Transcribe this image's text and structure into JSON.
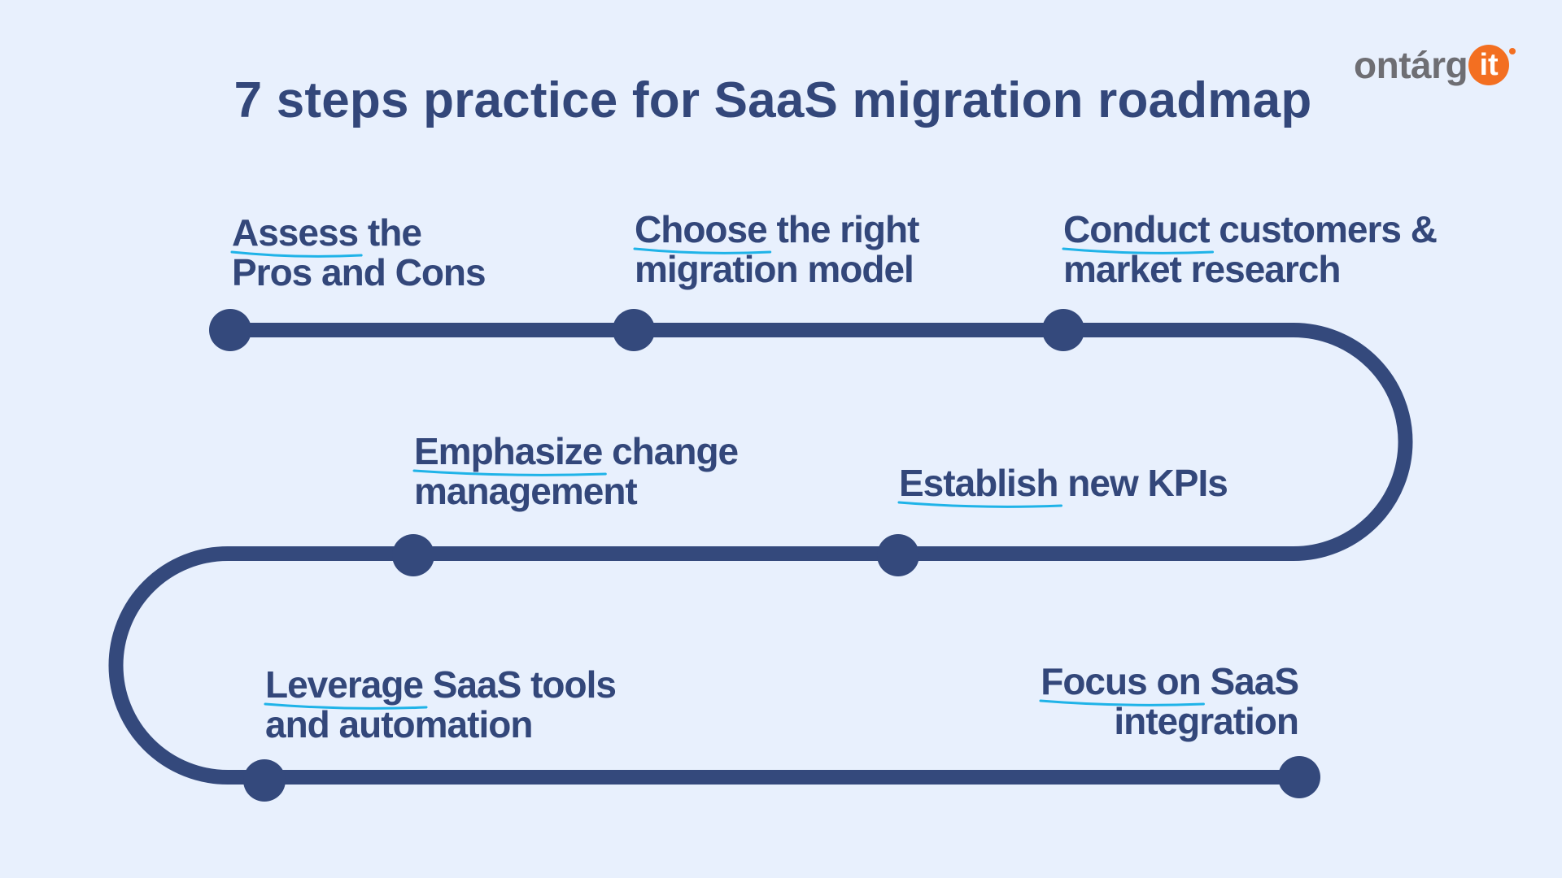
{
  "title": "7 steps practice for SaaS migration roadmap",
  "logo": {
    "text": "ontárg",
    "badge": "it",
    "brand_color": "#f36f21",
    "text_color": "#6e6e73"
  },
  "colors": {
    "background": "#e8f0fd",
    "path": "#34497c",
    "text": "#33477a",
    "underline": "#1fb3e8"
  },
  "steps": [
    {
      "highlight": "Assess",
      "rest": " the",
      "line2": "Pros and Cons"
    },
    {
      "highlight": "Choose",
      "rest": " the right",
      "line2": "migration model"
    },
    {
      "highlight": "Conduct",
      "rest": " customers &",
      "line2": "market research"
    },
    {
      "highlight": "Establish",
      "rest": " new KPIs",
      "line2": ""
    },
    {
      "highlight": "Emphasize",
      "rest": " change",
      "line2": "management"
    },
    {
      "highlight": "Leverage",
      "rest": " SaaS tools",
      "line2": "and automation"
    },
    {
      "highlight": "Focus on",
      "rest": " SaaS",
      "line2": "integration"
    }
  ]
}
